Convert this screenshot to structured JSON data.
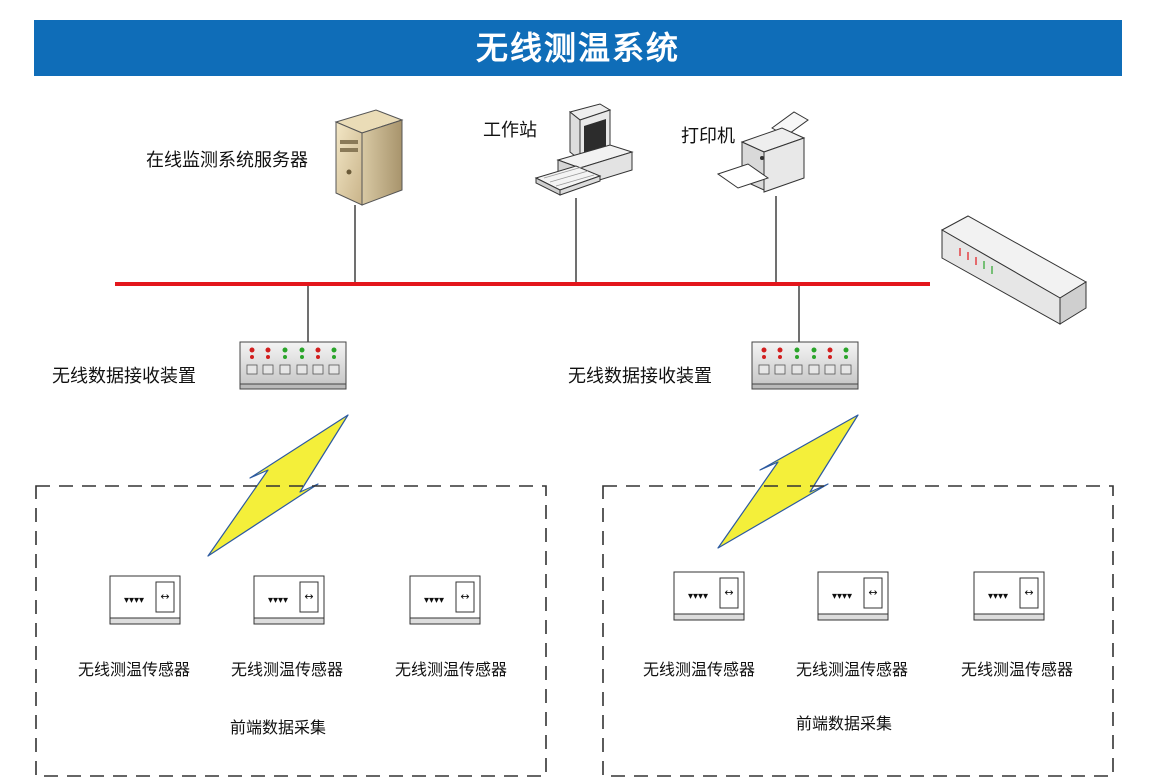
{
  "title": "无线测温系统",
  "nodes": {
    "server": "在线监测系统服务器",
    "workstation": "工作站",
    "printer": "打印机",
    "receiver_left": "无线数据接收装置",
    "receiver_right": "无线数据接收装置"
  },
  "groups": [
    {
      "label": "前端数据采集",
      "sensors": [
        "无线测温传感器",
        "无线测温传感器",
        "无线测温传感器"
      ]
    },
    {
      "label": "前端数据采集",
      "sensors": [
        "无线测温传感器",
        "无线测温传感器",
        "无线测温传感器"
      ]
    }
  ],
  "colors": {
    "title_bar": "#0f6db8",
    "network_bus": "#e3161c",
    "lightning": "#f4ef3a"
  }
}
